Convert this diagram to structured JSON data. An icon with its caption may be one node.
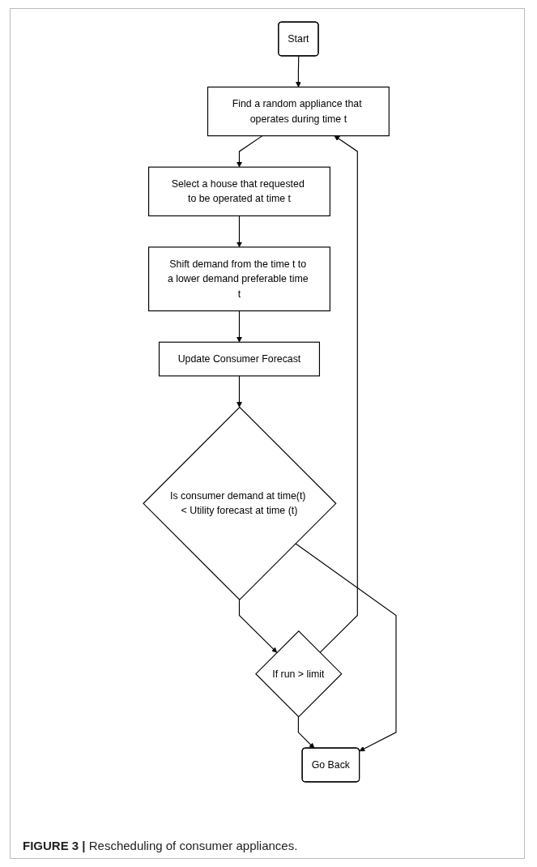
{
  "diagram": {
    "caption": "**FIGURE 3 |** Rescheduling of consumer appliances.",
    "nodes": [
      {
        "text": [
          "Start"
        ]
      },
      {
        "text": [
          "Find a random appliance that operates during time t"
        ]
      },
      {
        "text": [
          "Select a house that requested to be operated at time t"
        ]
      },
      {
        "text": [
          "Shift demand from the time t to a lower demand preferable time t"
        ]
      },
      {
        "text": [
          "Update Consumer Forecast"
        ]
      },
      {
        "text": [
          "Is consumer demand at time(t) < Utility forecast at time (t)"
        ]
      },
      {
        "text": [
          "If run > limit"
        ]
      },
      {
        "text": [
          "Go Back"
        ]
      }
    ],
    "edges": [
      {
        "from": 0,
        "to": 1,
        "arrow": "to"
      },
      {
        "from": 1,
        "to": 2,
        "arrow": "to"
      },
      {
        "from": 2,
        "to": 3,
        "arrow": "to"
      },
      {
        "from": 3,
        "to": 4,
        "arrow": "to"
      },
      {
        "from": 4,
        "to": 5,
        "arrow": "to"
      },
      {
        "from": 5,
        "to": 6,
        "arrow": "to"
      },
      {
        "from": 6,
        "to": 1,
        "arrow": "to"
      },
      {
        "from": 6,
        "to": 7,
        "arrow": "to"
      },
      {
        "from": 5,
        "to": 7,
        "arrow": "to"
      }
    ]
  }
}
